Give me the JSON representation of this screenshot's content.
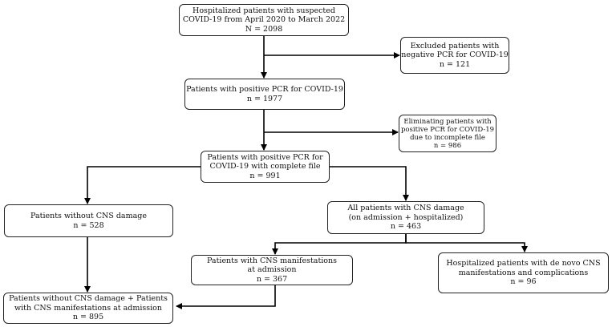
{
  "flowchart": {
    "boxes": {
      "suspected": {
        "lines": [
          "Hospitalized patients with suspected",
          "COVID-19 from April 2020 to March 2022",
          "N = 2098"
        ]
      },
      "excluded_negative": {
        "lines": [
          "Excluded patients with",
          "negative PCR for COVID-19",
          "n = 121"
        ]
      },
      "positive_pcr": {
        "lines": [
          "Patients with positive PCR for COVID-19",
          "n = 1977"
        ]
      },
      "eliminated_incomplete": {
        "lines": [
          "Eliminating patients with",
          "positive PCR for COVID-19",
          "due to incomplete file",
          "n = 986"
        ]
      },
      "complete_file": {
        "lines": [
          "Patients with positive PCR for",
          "COVID-19 with complete file",
          "n = 991"
        ]
      },
      "without_cns": {
        "lines": [
          "Patients without CNS damage",
          "n = 528"
        ]
      },
      "all_cns": {
        "lines": [
          "All patients with CNS damage",
          "(on admission + hospitalized)",
          "n = 463"
        ]
      },
      "cns_admission": {
        "lines": [
          "Patients with CNS manifestations",
          "at admission",
          "n = 367"
        ]
      },
      "de_novo": {
        "lines": [
          "Hospitalized patients with de novo CNS",
          "manifestations and complications",
          "n = 96"
        ]
      },
      "combined": {
        "lines": [
          "Patients without CNS damage + Patients",
          "with CNS manifestations at admission",
          "n = 895"
        ]
      }
    }
  }
}
